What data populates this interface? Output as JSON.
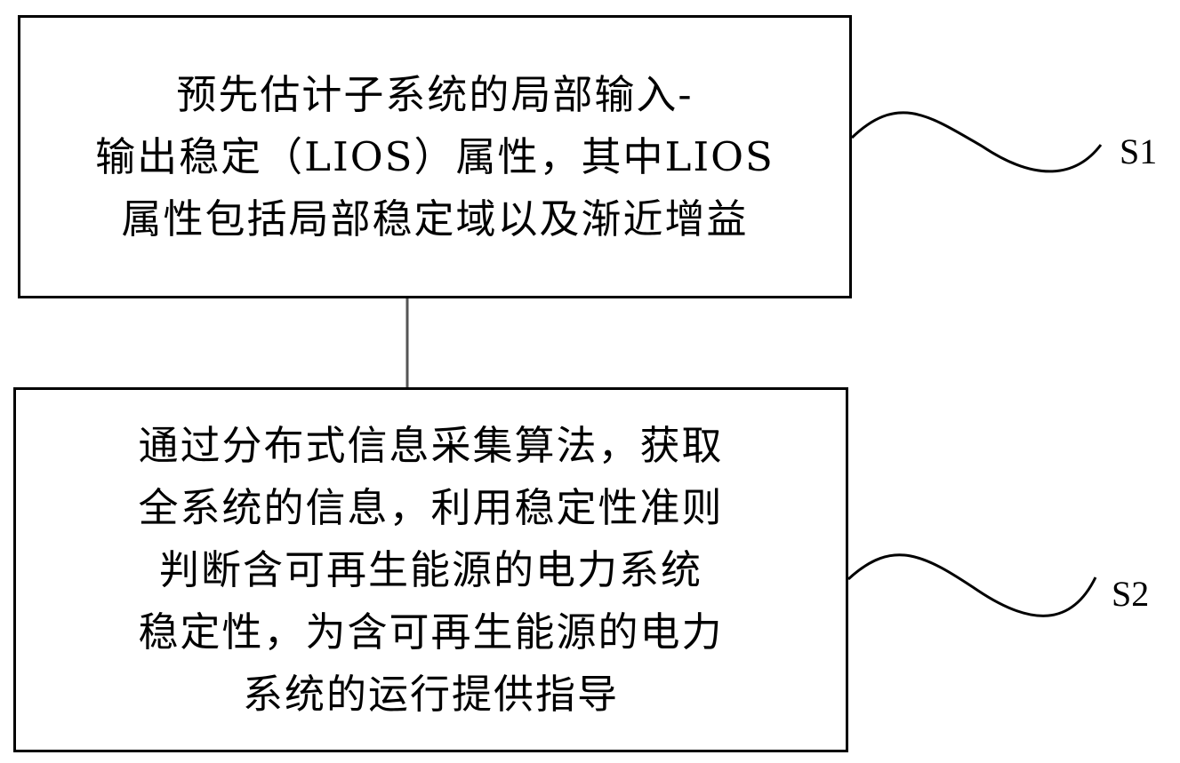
{
  "steps": [
    {
      "id": "S1",
      "label": "S1",
      "lines": [
        "预先估计子系统的局部输入-",
        "输出稳定（LIOS）属性，其中LIOS",
        "属性包括局部稳定域以及渐近增益"
      ]
    },
    {
      "id": "S2",
      "label": "S2",
      "lines": [
        "通过分布式信息采集算法，获取",
        "全系统的信息，利用稳定性准则",
        "判断含可再生能源的电力系统",
        "稳定性，为含可再生能源的电力",
        "系统的运行提供指导"
      ]
    }
  ],
  "colors": {
    "stroke": "#000000",
    "background": "#ffffff",
    "connector": "#555555"
  }
}
